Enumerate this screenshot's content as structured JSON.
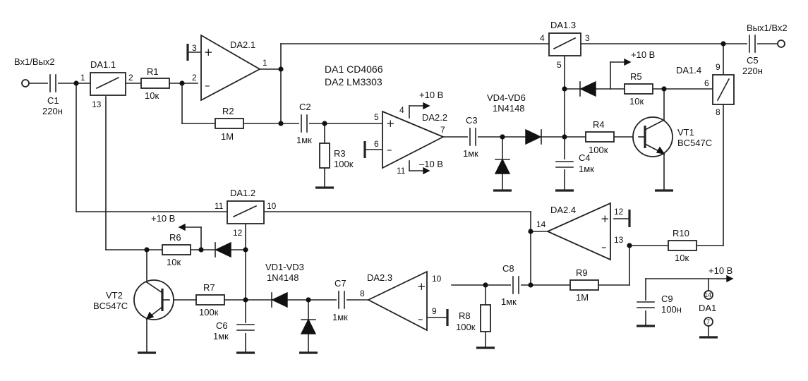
{
  "terminals": {
    "input_left": "Вх1/Вых2",
    "output_right": "Вых1/Вх2"
  },
  "notes": {
    "ic1": "DA1 CD4066",
    "ic2": "DA2 LM3303"
  },
  "supply": {
    "plus": "+10 В",
    "minus": "–10 В"
  },
  "switches": {
    "da11": {
      "label": "DA1.1",
      "p_in": "1",
      "p_out": "2",
      "p_ctl": "13"
    },
    "da12": {
      "label": "DA1.2",
      "p_in": "11",
      "p_out": "10",
      "p_ctl": "12"
    },
    "da13": {
      "label": "DA1.3",
      "p_in": "4",
      "p_out": "3",
      "p_ctl": "5"
    },
    "da14": {
      "label": "DA1.4",
      "p_in": "9",
      "p_out": "8",
      "p_ctl": "6"
    }
  },
  "opamps": {
    "da21": {
      "label": "DA2.1",
      "p_plus": "3",
      "p_minus": "2",
      "p_out": "1"
    },
    "da22": {
      "label": "DA2.2",
      "p_plus": "5",
      "p_minus": "6",
      "p_out": "7",
      "p_vplus": "4",
      "p_vminus": "11"
    },
    "da23": {
      "label": "DA2.3",
      "p_plus": "10",
      "p_minus": "9",
      "p_out": "8"
    },
    "da24": {
      "label": "DA2.4",
      "p_plus": "12",
      "p_minus": "13",
      "p_out": "14"
    }
  },
  "resistors": {
    "r1": {
      "name": "R1",
      "value": "10к"
    },
    "r2": {
      "name": "R2",
      "value": "1М"
    },
    "r3": {
      "name": "R3",
      "value": "100к"
    },
    "r4": {
      "name": "R4",
      "value": "100к"
    },
    "r5": {
      "name": "R5",
      "value": "10к"
    },
    "r6": {
      "name": "R6",
      "value": "10к"
    },
    "r7": {
      "name": "R7",
      "value": "100к"
    },
    "r8": {
      "name": "R8",
      "value": "100к"
    },
    "r9": {
      "name": "R9",
      "value": "1М"
    },
    "r10": {
      "name": "R10",
      "value": "10к"
    }
  },
  "capacitors": {
    "c1": {
      "name": "C1",
      "value": "220н"
    },
    "c2": {
      "name": "C2",
      "value": "1мк"
    },
    "c3": {
      "name": "C3",
      "value": "1мк"
    },
    "c4": {
      "name": "C4",
      "value": "1мк"
    },
    "c5": {
      "name": "C5",
      "value": "220н"
    },
    "c6": {
      "name": "C6",
      "value": "1мк"
    },
    "c7": {
      "name": "C7",
      "value": "1мк"
    },
    "c8": {
      "name": "C8",
      "value": "1мк"
    },
    "c9": {
      "name": "C9",
      "value": "100н"
    }
  },
  "diodes": {
    "vd46": {
      "name": "VD4-VD6",
      "type": "1N4148"
    },
    "vd13": {
      "name": "VD1-VD3",
      "type": "1N4148"
    }
  },
  "transistors": {
    "vt1": {
      "name": "VT1",
      "type": "BC547C"
    },
    "vt2": {
      "name": "VT2",
      "type": "BC547C"
    }
  },
  "power_pins": {
    "ic": "DA1",
    "vdd": "14",
    "vss": "7"
  }
}
